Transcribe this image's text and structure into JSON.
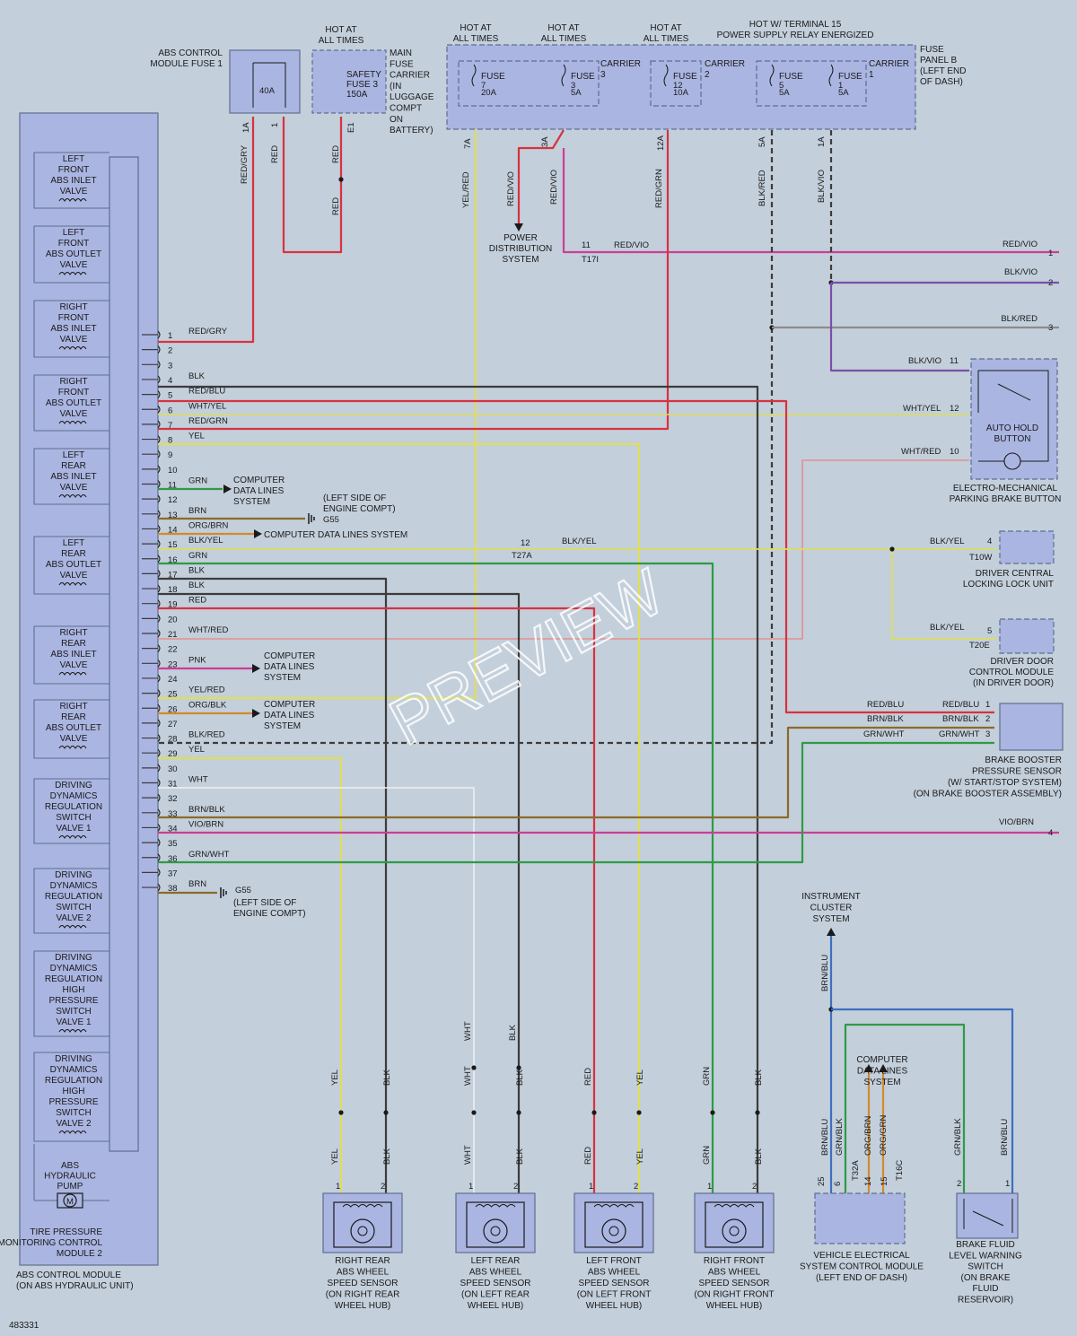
{
  "diagram_id": "483331",
  "watermark": "PREVIEW",
  "colors": {
    "red": "#d8323f",
    "yel": "#dede5a",
    "blk": "#3c3c3c",
    "grn": "#2f9a47",
    "wht": "#efefef",
    "vio": "#7a4fa8",
    "pink": "#cc3d97",
    "brn": "#8a6a2a",
    "org": "#d28a2e",
    "blu": "#3f6fbf",
    "gry": "#8c8c8c",
    "box": "#aab5e1",
    "frame": "#5f6f8f"
  },
  "module": {
    "valves": [
      [
        "LEFT",
        "FRONT",
        "ABS INLET",
        "VALVE"
      ],
      [
        "LEFT",
        "FRONT",
        "ABS OUTLET",
        "VALVE"
      ],
      [
        "RIGHT",
        "FRONT",
        "ABS INLET",
        "VALVE"
      ],
      [
        "RIGHT",
        "FRONT",
        "ABS OUTLET",
        "VALVE"
      ],
      [
        "LEFT",
        "REAR",
        "ABS INLET",
        "VALVE"
      ],
      [
        "LEFT",
        "REAR",
        "ABS OUTLET",
        "VALVE"
      ],
      [
        "RIGHT",
        "REAR",
        "ABS INLET",
        "VALVE"
      ],
      [
        "RIGHT",
        "REAR",
        "ABS OUTLET",
        "VALVE"
      ],
      [
        "DRIVING",
        "DYNAMICS",
        "REGULATION",
        "SWITCH",
        "VALVE 1"
      ],
      [
        "DRIVING",
        "DYNAMICS",
        "REGULATION",
        "SWITCH",
        "VALVE 2"
      ],
      [
        "DRIVING",
        "DYNAMICS",
        "REGULATION",
        "HIGH",
        "PRESSURE",
        "SWITCH",
        "VALVE 1"
      ],
      [
        "DRIVING",
        "DYNAMICS",
        "REGULATION",
        "HIGH",
        "PRESSURE",
        "SWITCH",
        "VALVE 2"
      ]
    ],
    "pump": [
      "ABS",
      "HYDRAULIC",
      "PUMP"
    ],
    "tpms": [
      "TIRE PRESSURE",
      "MONITORING CONTROL",
      "MODULE 2"
    ],
    "caption": [
      "ABS CONTROL MODULE",
      "(ON ABS HYDRAULIC UNIT)"
    ]
  },
  "pins": [
    {
      "n": "1",
      "c": "RED/GRY"
    },
    {
      "n": "2",
      "c": ""
    },
    {
      "n": "3",
      "c": ""
    },
    {
      "n": "4",
      "c": "BLK"
    },
    {
      "n": "5",
      "c": "RED/BLU"
    },
    {
      "n": "6",
      "c": "WHT/YEL"
    },
    {
      "n": "7",
      "c": "RED/GRN"
    },
    {
      "n": "8",
      "c": "YEL"
    },
    {
      "n": "9",
      "c": ""
    },
    {
      "n": "10",
      "c": ""
    },
    {
      "n": "11",
      "c": "GRN"
    },
    {
      "n": "12",
      "c": ""
    },
    {
      "n": "13",
      "c": "BRN"
    },
    {
      "n": "14",
      "c": "ORG/BRN"
    },
    {
      "n": "15",
      "c": "BLK/YEL"
    },
    {
      "n": "16",
      "c": "GRN"
    },
    {
      "n": "17",
      "c": "BLK"
    },
    {
      "n": "18",
      "c": "BLK"
    },
    {
      "n": "19",
      "c": "RED"
    },
    {
      "n": "20",
      "c": ""
    },
    {
      "n": "21",
      "c": "WHT/RED"
    },
    {
      "n": "22",
      "c": ""
    },
    {
      "n": "23",
      "c": "PNK"
    },
    {
      "n": "24",
      "c": ""
    },
    {
      "n": "25",
      "c": "YEL/RED"
    },
    {
      "n": "26",
      "c": "ORG/BLK"
    },
    {
      "n": "27",
      "c": ""
    },
    {
      "n": "28",
      "c": "BLK/RED"
    },
    {
      "n": "29",
      "c": "YEL"
    },
    {
      "n": "30",
      "c": ""
    },
    {
      "n": "31",
      "c": "WHT"
    },
    {
      "n": "32",
      "c": ""
    },
    {
      "n": "33",
      "c": "BRN/BLK"
    },
    {
      "n": "34",
      "c": "VIO/BRN"
    },
    {
      "n": "35",
      "c": ""
    },
    {
      "n": "36",
      "c": "GRN/WHT"
    },
    {
      "n": "37",
      "c": ""
    },
    {
      "n": "38",
      "c": "BRN"
    }
  ],
  "fuse_top": {
    "abs_fuse_caption": [
      "ABS CONTROL",
      "MODULE FUSE 1"
    ],
    "abs_fuse_rating": "40A",
    "hot1": [
      "HOT AT",
      "ALL TIMES"
    ],
    "safety_fuse": [
      "SAFETY",
      "FUSE 3",
      "150A"
    ],
    "main_carrier": [
      "MAIN",
      "FUSE",
      "CARRIER",
      "(IN",
      "LUGGAGE",
      "COMPT",
      "ON",
      "BATTERY)"
    ],
    "hot_a": [
      "HOT AT",
      "ALL TIMES"
    ],
    "hot_b": [
      "HOT AT",
      "ALL TIMES"
    ],
    "hot_c": [
      "HOT AT",
      "ALL TIMES"
    ],
    "hot_d": [
      "HOT W/ TERMINAL 15",
      "POWER SUPPLY RELAY ENERGIZED"
    ],
    "fuse_panel": [
      "FUSE",
      "PANEL B",
      "(LEFT END",
      "OF DASH)"
    ],
    "fuse": "FUSE",
    "f7": [
      "7",
      "20A"
    ],
    "f3": [
      "3",
      "5A"
    ],
    "f12": [
      "12",
      "10A"
    ],
    "f5": [
      "5",
      "5A"
    ],
    "f1": [
      "1",
      "5A"
    ],
    "carrier3": [
      "CARRIER",
      "3"
    ],
    "carrier2": [
      "CARRIER",
      "2"
    ],
    "carrier1": [
      "CARRIER",
      "1"
    ],
    "pin_1a": "1A",
    "pin_1": "1",
    "pin_e1": "E1",
    "pin_7a": "7A",
    "pin_3a": "3A",
    "pin_12a": "12A",
    "pin_5a": "5A",
    "pin_1a_b": "1A"
  },
  "wire_labels": {
    "red_gry": "RED/GRY",
    "red": "RED",
    "yel_red": "YEL/RED",
    "red_vio": "RED/VIO",
    "red_grn": "RED/GRN",
    "blk_red": "BLK/RED",
    "blk_vio": "BLK/VIO",
    "blk_yel": "BLK/YEL",
    "wht_yel": "WHT/YEL",
    "wht_red": "WHT/RED",
    "red_blu": "RED/BLU",
    "brn_blk": "BRN/BLK",
    "grn_wht": "GRN/WHT",
    "vio_brn": "VIO/BRN",
    "yel": "YEL",
    "blk": "BLK",
    "wht": "WHT",
    "grn": "GRN",
    "brn_blu": "BRN/BLU",
    "grn_blk": "GRN/BLK",
    "org_brn": "ORG/BRN",
    "org_grn": "ORG/GRN"
  },
  "right_side": {
    "pin_11": "11",
    "t17i": "T17I",
    "ret1": "1",
    "ret2": "2",
    "ret3": "3",
    "ret4": "4",
    "power_dist": [
      "POWER",
      "DISTRIBUTION",
      "SYSTEM"
    ],
    "ah_11": "11",
    "ah_12": "12",
    "ah_10": "10",
    "auto_hold": [
      "AUTO HOLD",
      "BUTTON"
    ],
    "epb_caption": [
      "ELECTRO-MECHANICAL",
      "PARKING BRAKE BUTTON"
    ],
    "pin_12": "12",
    "t27a": "T27A",
    "dclu_pin": "4",
    "t10w": "T10W",
    "dclu_caption": [
      "DRIVER CENTRAL",
      "LOCKING LOCK UNIT"
    ],
    "ddcm_pin": "5",
    "t20e": "T20E",
    "ddcm_caption": [
      "DRIVER DOOR",
      "CONTROL MODULE",
      "(IN DRIVER DOOR)"
    ],
    "bb_pin1": "1",
    "bb_pin2": "2",
    "bb_pin3": "3",
    "bb_caption": [
      "BRAKE BOOSTER",
      "PRESSURE SENSOR",
      "(W/ START/STOP SYSTEM)",
      "(ON BRAKE BOOSTER ASSEMBLY)"
    ],
    "cdl1": [
      "COMPUTER",
      "DATA LINES",
      "SYSTEM"
    ],
    "g55": "G55",
    "g55_caption1": [
      "(LEFT SIDE OF",
      "ENGINE COMPT)"
    ],
    "cdl_15": "COMPUTER DATA LINES SYSTEM",
    "cdl23": [
      "COMPUTER",
      "DATA LINES",
      "SYSTEM"
    ],
    "cdl26": [
      "COMPUTER",
      "DATA LINES",
      "SYSTEM"
    ],
    "g55_b": "G55",
    "g55_caption2": [
      "(LEFT SIDE OF",
      "ENGINE COMPT)"
    ]
  },
  "bottom": {
    "rr_caption": [
      "RIGHT REAR",
      "ABS WHEEL",
      "SPEED SENSOR",
      "(ON RIGHT REAR",
      "WHEEL HUB)"
    ],
    "lr_caption": [
      "LEFT REAR",
      "ABS WHEEL",
      "SPEED SENSOR",
      "(ON LEFT REAR",
      "WHEEL HUB)"
    ],
    "lf_caption": [
      "LEFT FRONT",
      "ABS WHEEL",
      "SPEED SENSOR",
      "(ON LEFT FRONT",
      "WHEEL HUB)"
    ],
    "rf_caption": [
      "RIGHT FRONT",
      "ABS WHEEL",
      "SPEED SENSOR",
      "(ON RIGHT FRONT",
      "WHEEL HUB)"
    ],
    "p1": "1",
    "p2": "2",
    "instrument": [
      "INSTRUMENT",
      "CLUSTER",
      "SYSTEM"
    ],
    "cdl_bottom": [
      "COMPUTER",
      "DATA LINES",
      "SYSTEM"
    ],
    "vescm_pins": [
      "25",
      "6",
      "14",
      "15"
    ],
    "t32a": "T32A",
    "t16c": "T16C",
    "vescm_caption": [
      "VEHICLE ELECTRICAL",
      "SYSTEM CONTROL MODULE",
      "(LEFT END OF DASH)"
    ],
    "bfl_caption": [
      "BRAKE FLUID",
      "LEVEL WARNING",
      "SWITCH",
      "(ON BRAKE",
      "FLUID",
      "RESERVOIR)"
    ]
  }
}
